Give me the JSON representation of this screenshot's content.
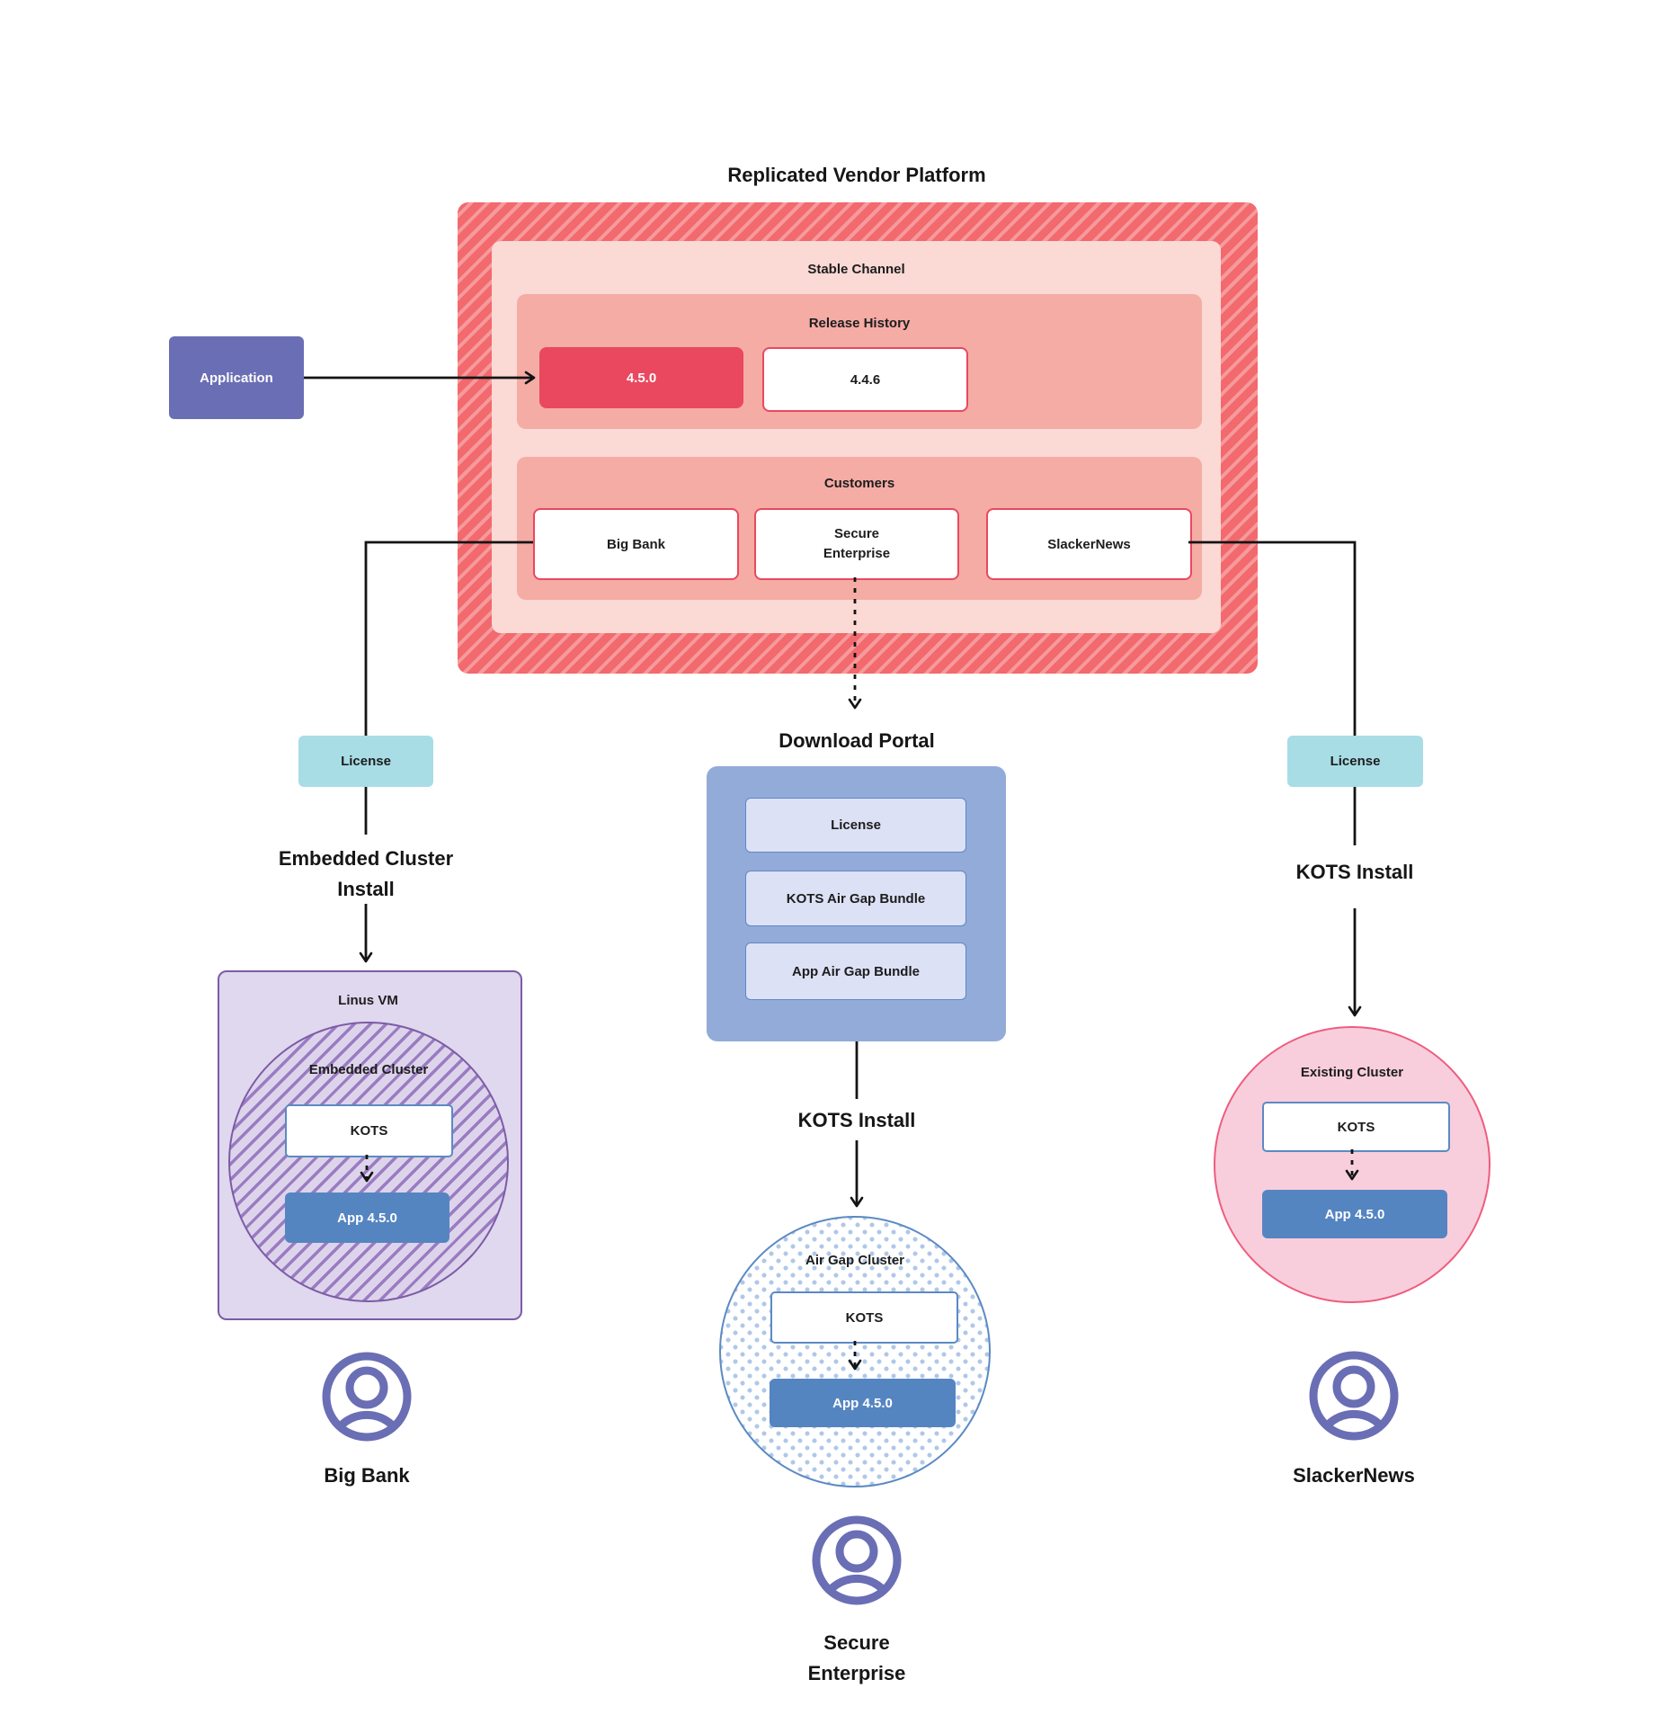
{
  "title": "Replicated Vendor Platform",
  "platform": {
    "stable_channel_label": "Stable Channel",
    "release_history_label": "Release History",
    "releases": {
      "current": "4.5.0",
      "previous": "4.4.6"
    },
    "customers_label": "Customers",
    "customers": {
      "big_bank": "Big Bank",
      "secure_enterprise": "Secure Enterprise",
      "slacker_news": "SlackerNews"
    }
  },
  "application_label": "Application",
  "left": {
    "license": "License",
    "install": "Embedded Cluster Install",
    "vm_label": "Linus VM",
    "cluster_label": "Embedded Cluster",
    "kots": "KOTS",
    "app": "App 4.5.0",
    "user": "Big Bank"
  },
  "center": {
    "portal_title": "Download Portal",
    "portal_items": {
      "license": "License",
      "kots_bundle": "KOTS Air Gap Bundle",
      "app_bundle": "App Air Gap Bundle"
    },
    "install": "KOTS Install",
    "cluster_label": "Air Gap Cluster",
    "kots": "KOTS",
    "app": "App 4.5.0",
    "user": "Secure Enterprise"
  },
  "right": {
    "license": "License",
    "install": "KOTS Install",
    "cluster_label": "Existing Cluster",
    "kots": "KOTS",
    "app": "App 4.5.0",
    "user": "SlackerNews"
  },
  "colors": {
    "red_base": "#F2696E",
    "red_stripe": "#F69A9B",
    "pink_light": "#FBD9D5",
    "salmon": "#F5ACA5",
    "red_accent": "#E9485F",
    "indigo": "#6A6EB4",
    "teal": "#A8DDE6",
    "portal_blue": "#92ABD9",
    "portal_item": "#DCE1F5",
    "app_blue": "#5585C1",
    "kots_border": "#5B8AC3",
    "purple_fill": "#DFD8EE",
    "purple_border": "#7D5BA6",
    "pink_fill": "#F8CEDC",
    "pink_border": "#EE5C7E",
    "dot_blue": "#AFC8E8"
  }
}
